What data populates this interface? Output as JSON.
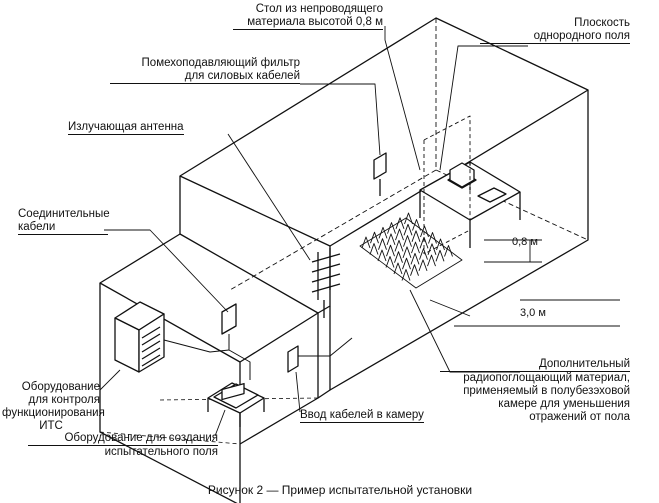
{
  "labels": {
    "table_line1": "Стол из непроводящего",
    "table_line2": "материала высотой 0,8 м",
    "plane_line1": "Плоскость",
    "plane_line2": "однородного поля",
    "filter_line1": "Помехоподавляющий фильтр",
    "filter_line2": "для силовых кабелей",
    "antenna": "Излучающая антенна",
    "cables_line1": "Соединительные",
    "cables_line2": "кабели",
    "monitor_line1": "Оборудование",
    "monitor_line2": "для контроля",
    "monitor_line3": "функционирования",
    "monitor_line4": "ИТС",
    "field_line1": "Оборудование для создания",
    "field_line2": "испытательного поля",
    "entry": "Ввод кабелей в камеру",
    "absorber_line1": "Дополнительный",
    "absorber_line2": "радиопоглощающий материал,",
    "absorber_line3": "применяемый в полубезэховой",
    "absorber_line4": "камере для уменьшения",
    "absorber_line5": "отражений от пола",
    "dim_height": "0,8 м",
    "dim_distance": "3,0 м"
  },
  "caption": "Рисунок 2 — Пример испытательной установки"
}
